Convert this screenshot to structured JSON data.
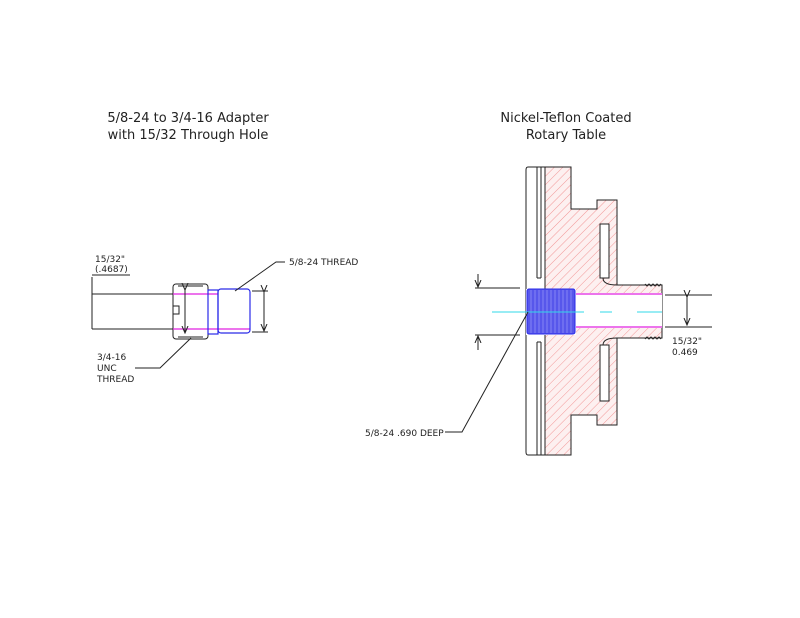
{
  "adapter": {
    "title_line1": "5/8-24 to 3/4-16 Adapter",
    "title_line2": "with 15/32 Through Hole",
    "dim_label_line1": "15/32\"",
    "dim_label_line2": "(.4687)",
    "thread_label": "5/8-24 THREAD",
    "unc_label_line1": "3/4-16",
    "unc_label_line2": "UNC",
    "unc_label_line3": "THREAD"
  },
  "rotary_table": {
    "title_line1": "Nickel-Teflon Coated",
    "title_line2": "Rotary Table",
    "deep_label": "5/8-24 .690 DEEP",
    "dim_label_line1": "15/32\"",
    "dim_label_line2": "0.469"
  },
  "colors": {
    "hatch": "#f08080",
    "thread": "#2a2ae8",
    "bore": "#e020e0",
    "centerline": "#30d8e8"
  }
}
